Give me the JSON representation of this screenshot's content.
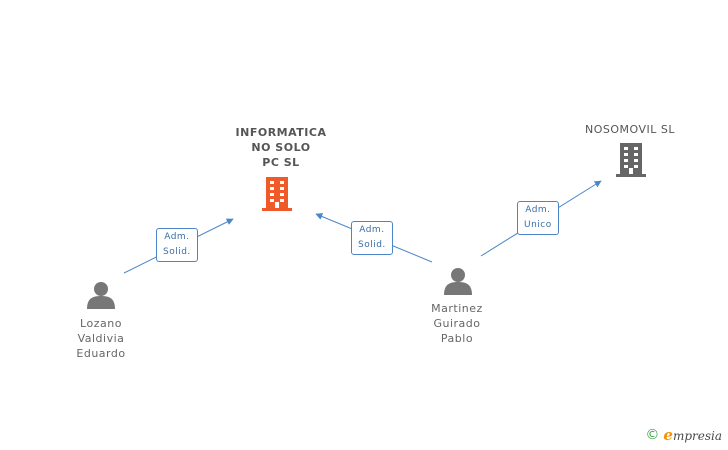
{
  "companies": {
    "main": {
      "name": "INFORMATICA\nNO SOLO\nPC SL",
      "color": "#f05a28",
      "icon": "building-icon"
    },
    "other": {
      "name": "NOSOMOVIL  SL",
      "color": "#666666",
      "icon": "building-icon"
    }
  },
  "people": {
    "lozano": {
      "name": "Lozano\nValdivia\nEduardo",
      "icon": "person-icon"
    },
    "martinez": {
      "name": "Martinez\nGuirado\nPablo",
      "icon": "person-icon"
    }
  },
  "edges": {
    "lozano_to_main": "Adm.\nSolid.",
    "martinez_to_main": "Adm.\nSolid.",
    "martinez_to_other": "Adm.\nUnico"
  },
  "footer": {
    "copyright": "©",
    "brand": "mpresia",
    "brand_initial": "e"
  },
  "colors": {
    "edge": "#4a86c8",
    "person": "#777777"
  }
}
